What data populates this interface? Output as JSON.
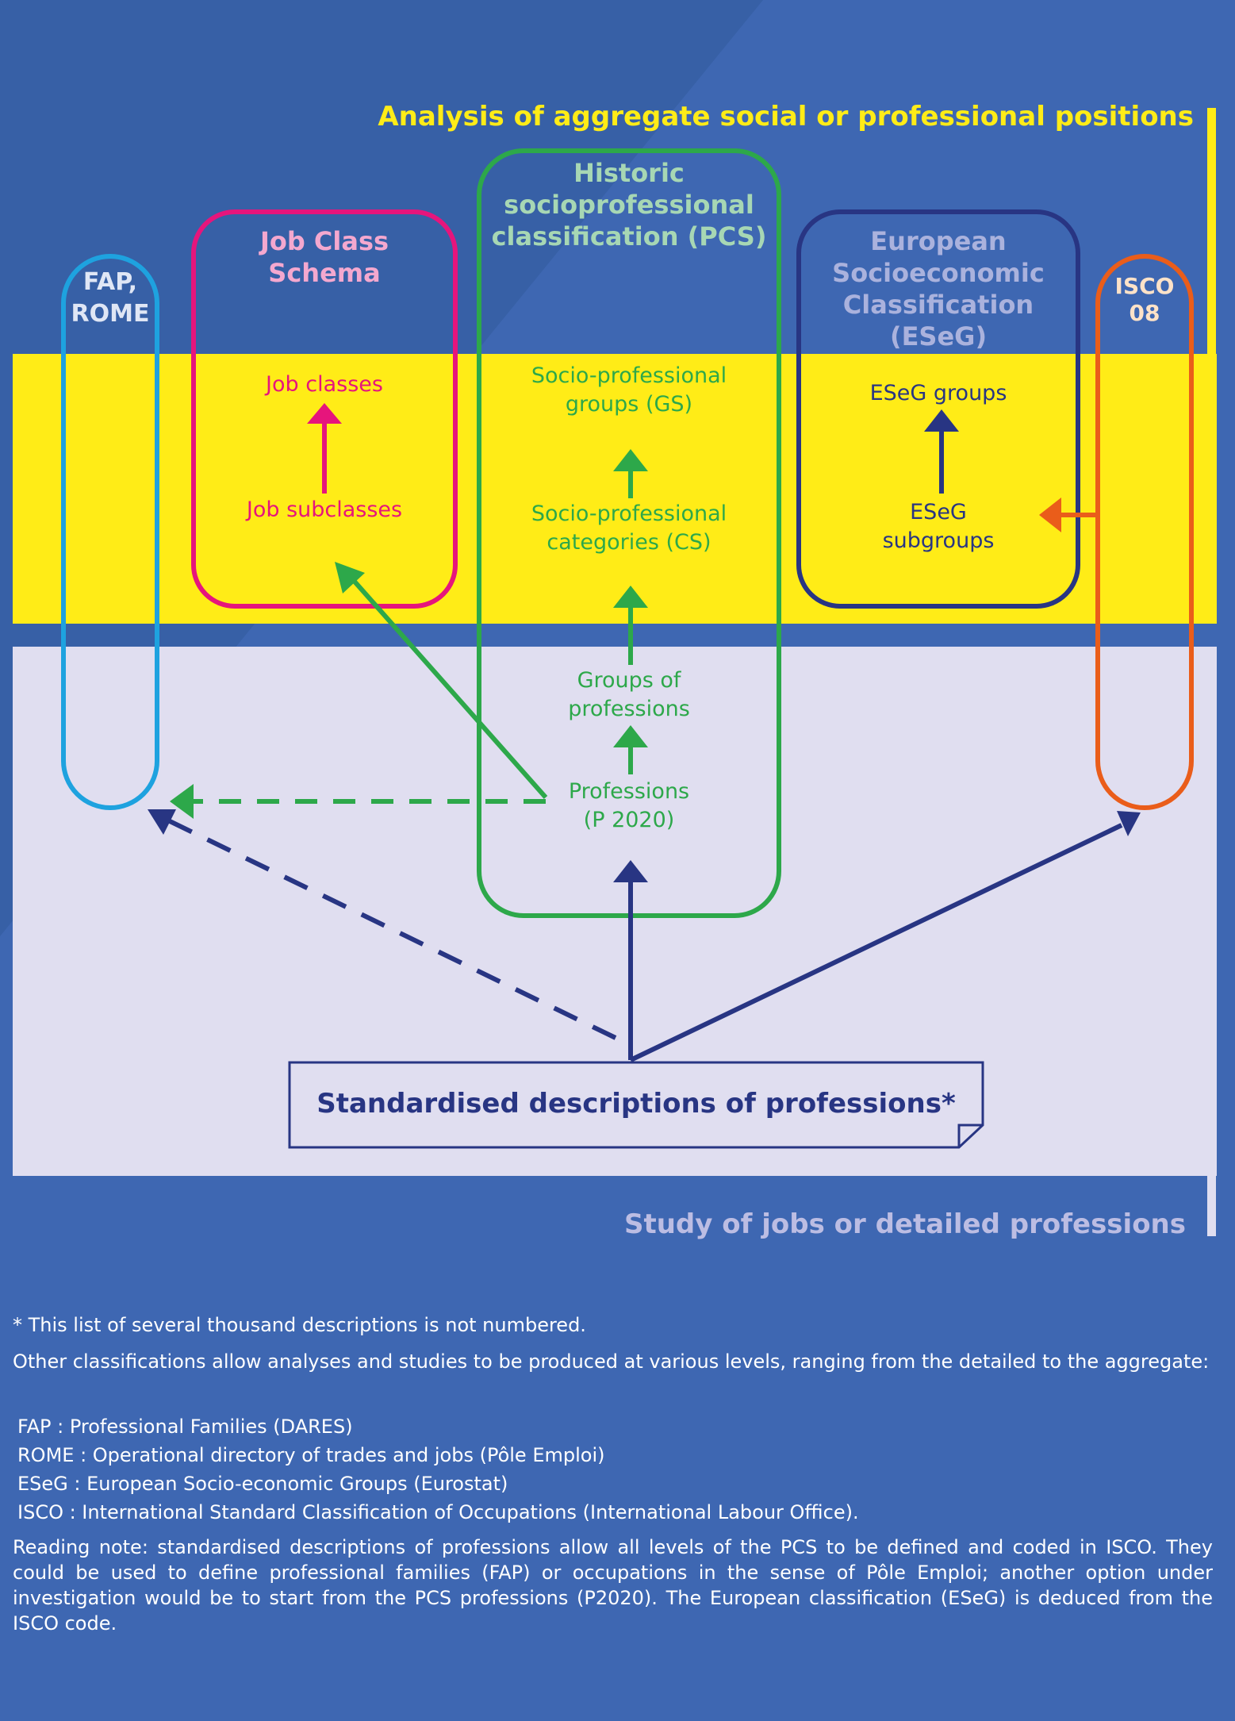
{
  "top_band_label": "Analysis of aggregate social or professional positions",
  "bottom_band_label": "Study of jobs or detailed professions",
  "groups": {
    "fap_rome": {
      "title_line1": "FAP,",
      "title_line2": "ROME"
    },
    "job_class_schema": {
      "title_line1": "Job Class",
      "title_line2": "Schema",
      "items": [
        "Job classes",
        "Job subclasses"
      ]
    },
    "pcs": {
      "title_line1": "Historic",
      "title_line2": "socioprofessional",
      "title_line3": "classification (PCS)",
      "items": [
        {
          "line1": "Socio-professional",
          "line2": "groups (GS)"
        },
        {
          "line1": "Socio-professional",
          "line2": "categories (CS)"
        },
        {
          "line1": "Groups of",
          "line2": "professions"
        },
        {
          "line1": "Professions",
          "line2": "(P 2020)"
        }
      ]
    },
    "eseg": {
      "title_line1": "European",
      "title_line2": "Socioeconomic",
      "title_line3": "Classification",
      "title_line4": "(ESeG)",
      "items": [
        {
          "line1": "ESeG groups"
        },
        {
          "line1": "ESeG",
          "line2": "subgroups"
        }
      ]
    },
    "isco": {
      "title_line1": "ISCO",
      "title_line2": "08"
    }
  },
  "source_box": {
    "label": "Standardised descriptions of professions*"
  },
  "notes": {
    "footnote": "* This list of several thousand descriptions is not numbered.",
    "intro": "Other classifications allow analyses and studies to be produced at various levels, ranging from the detailed to the aggregate:",
    "definitions": [
      "FAP : Professional Families (DARES)",
      "ROME : Operational directory of trades and jobs (Pôle Emploi)",
      "ESeG : European Socio-economic Groups (Eurostat)",
      "ISCO : International Standard Classification of Occupations (International Labour Office)."
    ],
    "reading_note": "Reading note: standardised descriptions of professions allow all levels of the PCS to be defined and coded in ISCO. They could be used to define professional families (FAP) or occupations in the sense of Pôle Emploi; another option under investigation would be to start from the PCS professions (P2020). The European classification (ESeG) is deduced from the ISCO code."
  },
  "colors": {
    "background": "#3e67b2",
    "yellow": "#ffec17",
    "lavender": "#e0def0",
    "navy": "#283583",
    "green": "#2da84a",
    "magenta": "#e6157c",
    "cyan": "#1ea2df",
    "orange": "#ea5d1a",
    "pcs_title": "#a7d7b4",
    "eseg_title": "#aab2dd",
    "job_title": "#f4a8cf",
    "study_label": "#bcbde3"
  }
}
